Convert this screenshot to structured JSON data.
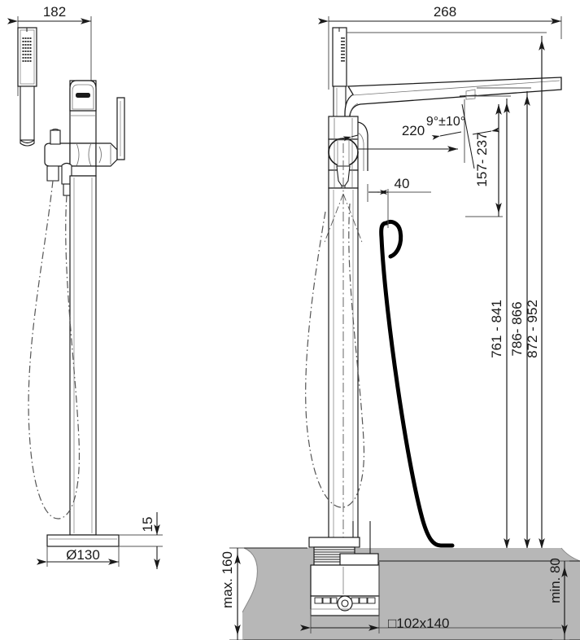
{
  "drawing": {
    "type": "technical-dimension-drawing",
    "subject": "Floor standing bath shower mixer tap",
    "views": [
      {
        "name": "front-view",
        "label": ""
      },
      {
        "name": "side-view",
        "label": ""
      }
    ]
  },
  "dimensions": {
    "front_width": "182",
    "base_diameter": "Ø130",
    "base_thickness": "15",
    "side_reach": "268",
    "spout_reach": "220",
    "spout_angle": "9°±10°",
    "handle_offset": "40",
    "spout_height_range": "157- 237",
    "height_761_841": "761 - 841",
    "height_786_866": "786- 866",
    "height_872_952": "872 - 952",
    "floor_min": "min. 80",
    "floor_max": "max. 160",
    "box_size": "□102x140"
  },
  "colors": {
    "line": "#1a1a1a",
    "thin_line": "#555555",
    "floor_fill": "#b7b7b7",
    "hose": "#000000",
    "background": "#ffffff"
  }
}
